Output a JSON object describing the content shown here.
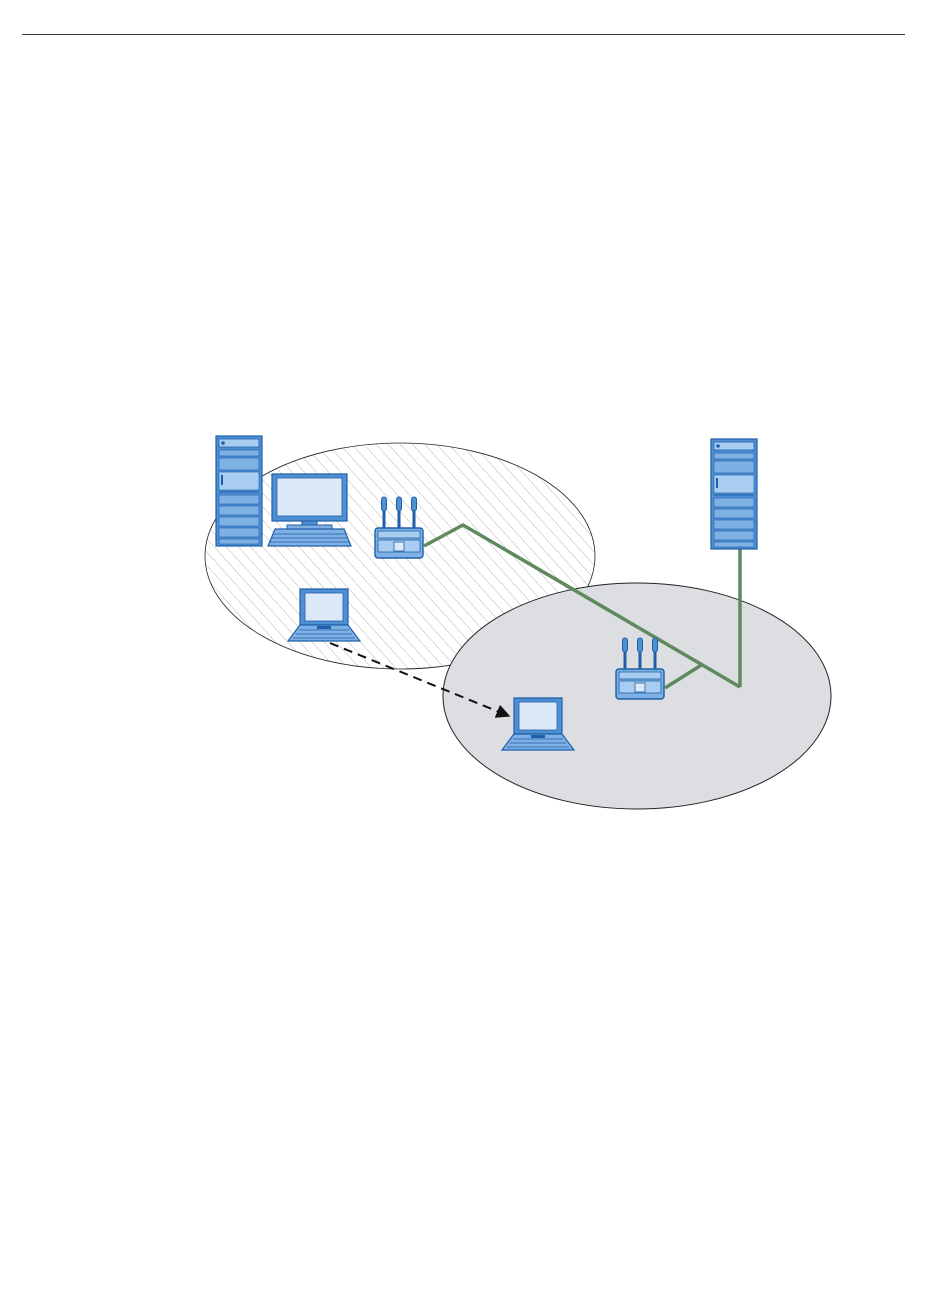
{
  "page": {
    "header_rule": true
  },
  "diagram": {
    "type": "network-roaming",
    "colors": {
      "device_fill": "#4f8fd4",
      "device_dark": "#1f5fa8",
      "device_light": "#a9cdf0",
      "screen": "#dbe9f8",
      "cable": "#5e8a5e",
      "cell_b_fill": "#dcdee2",
      "hatch": "#b8b8b8",
      "outline": "#222222",
      "roam_arrow": "#111111"
    },
    "cells": [
      {
        "id": "cell-a",
        "style": "hatched"
      },
      {
        "id": "cell-b",
        "style": "gray"
      }
    ],
    "devices": [
      {
        "id": "server-left",
        "icon": "server-tower-icon"
      },
      {
        "id": "server-right",
        "icon": "server-tower-icon"
      },
      {
        "id": "desktop-pc",
        "icon": "desktop-computer-icon"
      },
      {
        "id": "access-point-a",
        "icon": "wireless-access-point-icon"
      },
      {
        "id": "access-point-b",
        "icon": "wireless-access-point-icon"
      },
      {
        "id": "laptop-origin",
        "icon": "laptop-icon"
      },
      {
        "id": "laptop-roamed",
        "icon": "laptop-icon"
      }
    ],
    "links": [
      {
        "from": "access-point-a",
        "to": "server-right",
        "style": "wired"
      },
      {
        "from": "access-point-b",
        "to": "server-right",
        "style": "wired"
      },
      {
        "from": "laptop-origin",
        "to": "laptop-roamed",
        "style": "roaming-dashed-arrow"
      }
    ]
  }
}
